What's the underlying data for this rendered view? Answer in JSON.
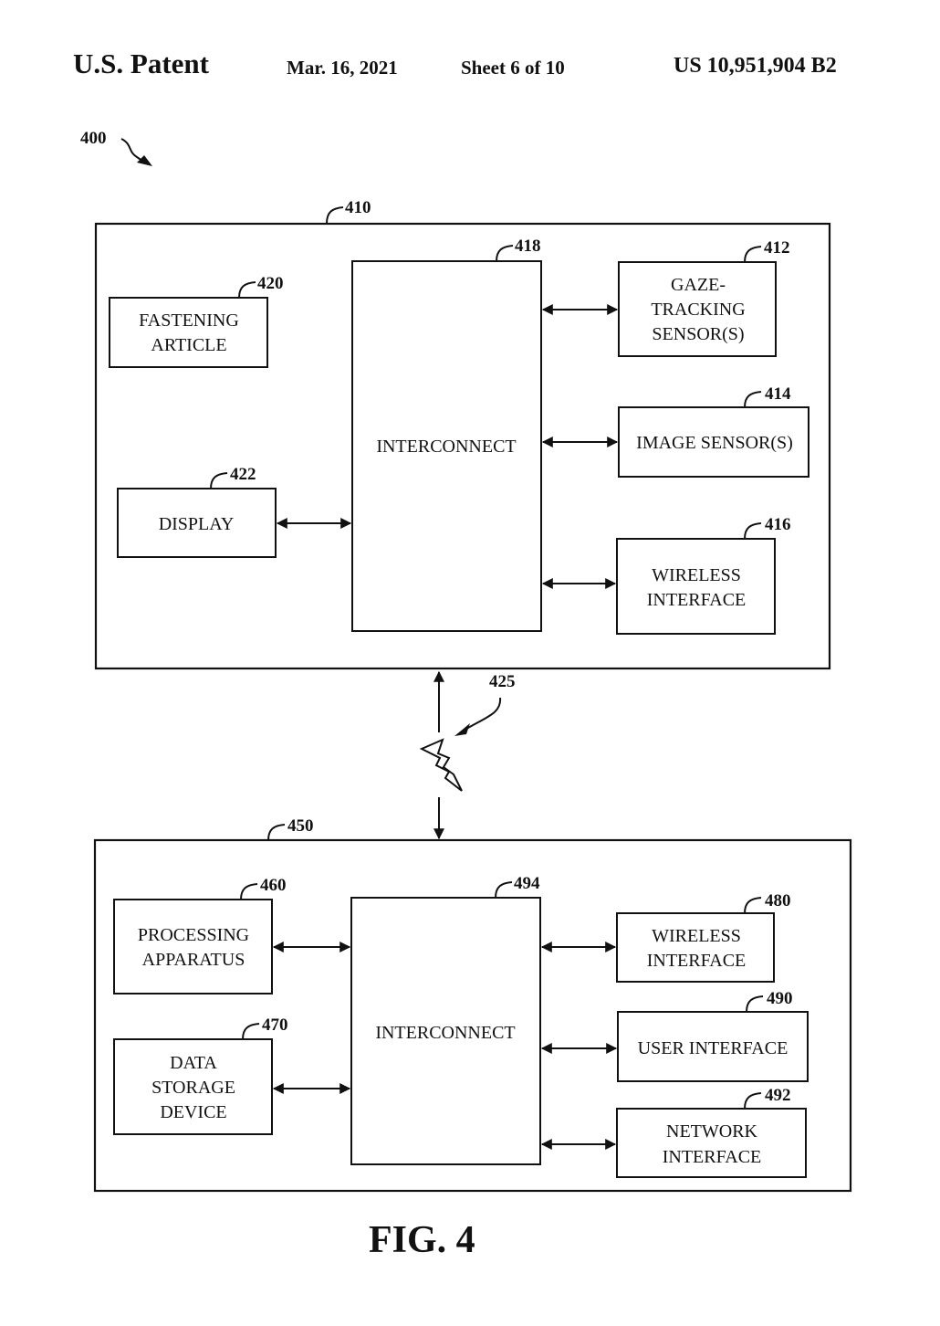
{
  "header": {
    "title": "U.S. Patent",
    "date": "Mar. 16, 2021",
    "sheet": "Sheet 6 of 10",
    "patent_number": "US 10,951,904 B2"
  },
  "figure": {
    "label": "FIG. 4",
    "ref": "400",
    "wireless_link_ref": "425"
  },
  "device_top": {
    "ref": "410",
    "blocks": {
      "fastening": {
        "ref": "420",
        "lines": [
          "FASTENING",
          "ARTICLE"
        ]
      },
      "display": {
        "ref": "422",
        "lines": [
          "DISPLAY"
        ]
      },
      "interconnect": {
        "ref": "418",
        "lines": [
          "INTERCONNECT"
        ]
      },
      "gaze": {
        "ref": "412",
        "lines": [
          "GAZE-",
          "TRACKING",
          "SENSOR(S)"
        ]
      },
      "image": {
        "ref": "414",
        "lines": [
          "IMAGE SENSOR(S)"
        ]
      },
      "wireless": {
        "ref": "416",
        "lines": [
          "WIRELESS",
          "INTERFACE"
        ]
      }
    }
  },
  "device_bottom": {
    "ref": "450",
    "blocks": {
      "processing": {
        "ref": "460",
        "lines": [
          "PROCESSING",
          "APPARATUS"
        ]
      },
      "storage": {
        "ref": "470",
        "lines": [
          "DATA",
          "STORAGE",
          "DEVICE"
        ]
      },
      "interconnect": {
        "ref": "494",
        "lines": [
          "INTERCONNECT"
        ]
      },
      "wireless": {
        "ref": "480",
        "lines": [
          "WIRELESS",
          "INTERFACE"
        ]
      },
      "user": {
        "ref": "490",
        "lines": [
          "USER INTERFACE"
        ]
      },
      "network": {
        "ref": "492",
        "lines": [
          "NETWORK",
          "INTERFACE"
        ]
      }
    }
  }
}
